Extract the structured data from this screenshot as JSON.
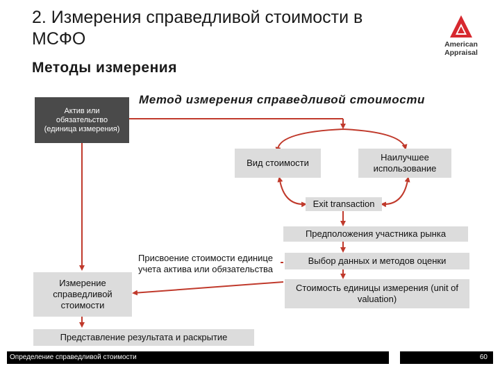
{
  "header": {
    "title": "2. Измерения справедливой стоимости в МСФО",
    "subtitle": "Методы измерения"
  },
  "logo": {
    "line1": "American",
    "line2": "Appraisal",
    "color": "#d7282f"
  },
  "diagram": {
    "asset_box": "Актив или обязательство (единица измерения)",
    "method_title": "Метод измерения справедливой стоимости",
    "value_type": "Вид стоимости",
    "best_use": "Наилучшее использование",
    "exit_transaction": "Exit transaction",
    "participant_assumptions": "Предположения участника рынка",
    "data_methods": "Выбор данных и методов оценки",
    "unit_value": "Стоимость единицы измерения (unit of valuation)",
    "assign_value": "Присвоение стоимости единице учета актива или обязательства",
    "measurement": "Измерение справедливой стоимости",
    "presentation": "Представление результата и раскрытие"
  },
  "footer": {
    "text": "Определение справедливой стоимости",
    "page": "60"
  },
  "colors": {
    "box_fill": "#dcdcdc",
    "dark_box": "#4a4a4a",
    "arrow_red": "#c0392b"
  }
}
